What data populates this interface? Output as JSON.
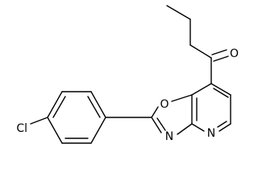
{
  "molecule": {
    "atoms": {
      "O_carbonyl": "O",
      "O_ring": "O",
      "N_oxazole": "N",
      "N_pyridine": "N",
      "Cl": "Cl"
    },
    "colors": {
      "ink": "#000000",
      "background": "#ffffff"
    }
  }
}
